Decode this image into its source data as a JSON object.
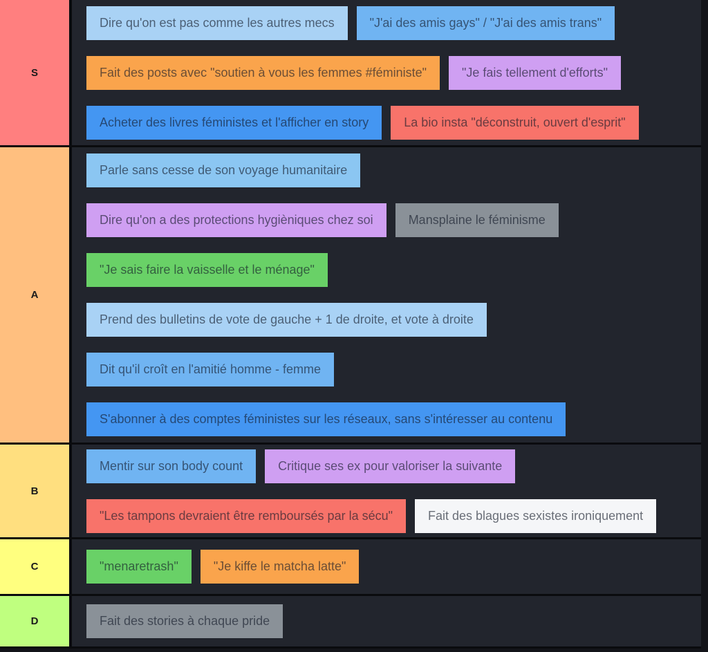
{
  "app": {
    "kind": "tier-list",
    "theme": {
      "page_bg": "#131419",
      "content_bg": "#22252d",
      "frame": "#0a0b0e",
      "label_text": "#1b1b1b",
      "item_text": "rgba(17,24,39,0.62)"
    }
  },
  "palette": {
    "light_blue": "#a9d2f5",
    "sky_blue": "#8bc6f2",
    "blue": "#70b4f2",
    "bright_blue": "#4496f2",
    "orange": "#faa44c",
    "purple": "#cf9ff2",
    "salmon": "#f8736a",
    "gray": "#8a9198",
    "green": "#69d167",
    "white": "#f5f6f8"
  },
  "tiers": [
    {
      "label": "S",
      "color": "#ff7f7f",
      "lines": [
        [
          {
            "text": "Dire qu'on est pas comme les autres mecs",
            "color": "light_blue"
          },
          {
            "text": "\"J'ai des amis gays\" / \"J'ai des amis trans\"",
            "color": "blue"
          }
        ],
        [
          {
            "text": "Fait des posts avec \"soutien à vous les femmes #féministe\"",
            "color": "orange"
          },
          {
            "text": "\"Je fais tellement d'efforts\"",
            "color": "purple"
          }
        ],
        [
          {
            "text": "Acheter des livres féministes et l'afficher en story",
            "color": "bright_blue"
          },
          {
            "text": "La bio insta \"déconstruit, ouvert d'esprit\"",
            "color": "salmon"
          }
        ]
      ]
    },
    {
      "label": "A",
      "color": "#ffbf7f",
      "lines": [
        [
          {
            "text": "Parle sans cesse de son voyage humanitaire",
            "color": "sky_blue"
          }
        ],
        [
          {
            "text": "Dire qu'on a des protections hygièniques chez soi",
            "color": "purple"
          },
          {
            "text": "Mansplaine le féminisme",
            "color": "gray"
          }
        ],
        [
          {
            "text": "\"Je sais faire la vaisselle et le ménage\"",
            "color": "green"
          }
        ],
        [
          {
            "text": "Prend des bulletins de vote de gauche + 1 de droite, et vote à droite",
            "color": "light_blue"
          }
        ],
        [
          {
            "text": "Dit qu'il croît en l'amitié homme - femme",
            "color": "blue"
          }
        ],
        [
          {
            "text": "S'abonner à des comptes féministes sur les réseaux, sans s'intéresser au contenu",
            "color": "bright_blue"
          }
        ]
      ]
    },
    {
      "label": "B",
      "color": "#ffdf7f",
      "lines": [
        [
          {
            "text": "Mentir sur son body count",
            "color": "blue"
          },
          {
            "text": "Critique ses ex pour valoriser la suivante",
            "color": "purple"
          }
        ],
        [
          {
            "text": "\"Les tampons devraient être remboursés par la sécu\"",
            "color": "salmon"
          },
          {
            "text": "Fait des blagues sexistes ironiquement",
            "color": "white"
          }
        ]
      ]
    },
    {
      "label": "C",
      "color": "#ffff7f",
      "lines": [
        [
          {
            "text": "\"menaretrash\"",
            "color": "green"
          },
          {
            "text": "\"Je kiffe le matcha latte\"",
            "color": "orange"
          }
        ]
      ]
    },
    {
      "label": "D",
      "color": "#bfff7f",
      "lines": [
        [
          {
            "text": "Fait des stories à chaque pride",
            "color": "gray"
          }
        ]
      ]
    }
  ]
}
